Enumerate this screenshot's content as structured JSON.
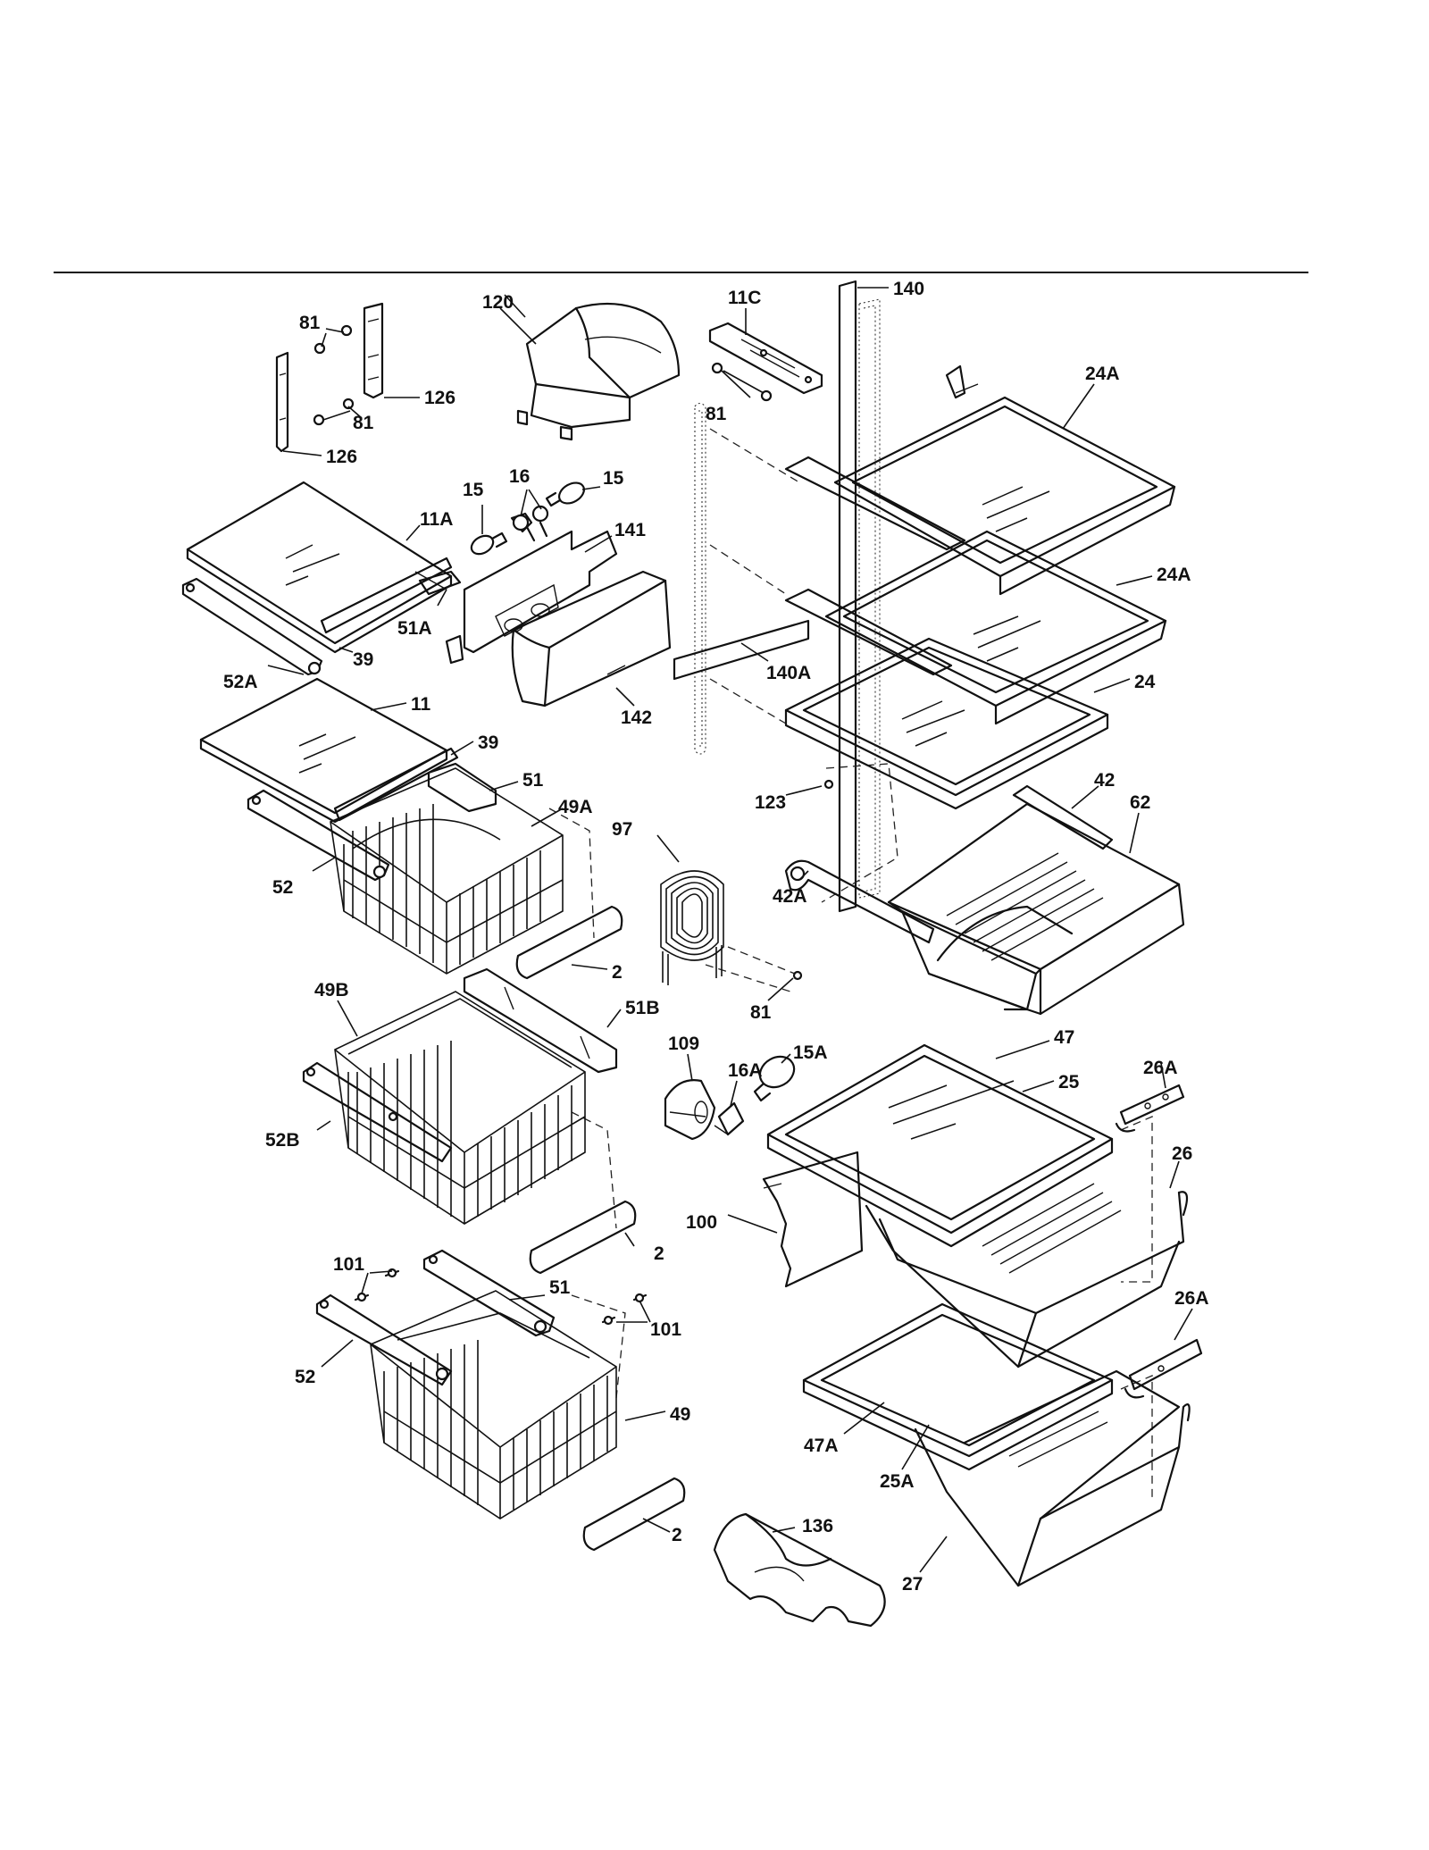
{
  "labels": {
    "p140": "140",
    "p120": "120",
    "p11C": "11C",
    "p81a": "81",
    "p126a": "126",
    "p81b": "81",
    "p126b": "126",
    "p81c": "81",
    "p24Aa": "24A",
    "p16": "16",
    "p15a": "15",
    "p15b": "15",
    "p11A": "11A",
    "p141": "141",
    "p24Ab": "24A",
    "p51A": "51A",
    "p52A": "52A",
    "p39a": "39",
    "p140A": "140A",
    "p142": "142",
    "p24": "24",
    "p11": "11",
    "p39b": "39",
    "p42": "42",
    "p62": "62",
    "p51a": "51",
    "p123": "123",
    "p49A": "49A",
    "p97": "97",
    "p52a": "52",
    "p42A": "42A",
    "p2a": "2",
    "p49B": "49B",
    "p51B": "51B",
    "p81d": "81",
    "p109": "109",
    "p47a": "47",
    "p15A": "15A",
    "p16A": "16A",
    "p26Aa": "26A",
    "p25a": "25",
    "p52B": "52B",
    "p26": "26",
    "p2b": "2",
    "p100": "100",
    "p101a": "101",
    "p51b": "51",
    "p26Ab": "26A",
    "p101b": "101",
    "p52b": "52",
    "p49": "49",
    "p47A": "47A",
    "p25A": "25A",
    "p2c": "2",
    "p136": "136",
    "p27": "27"
  }
}
